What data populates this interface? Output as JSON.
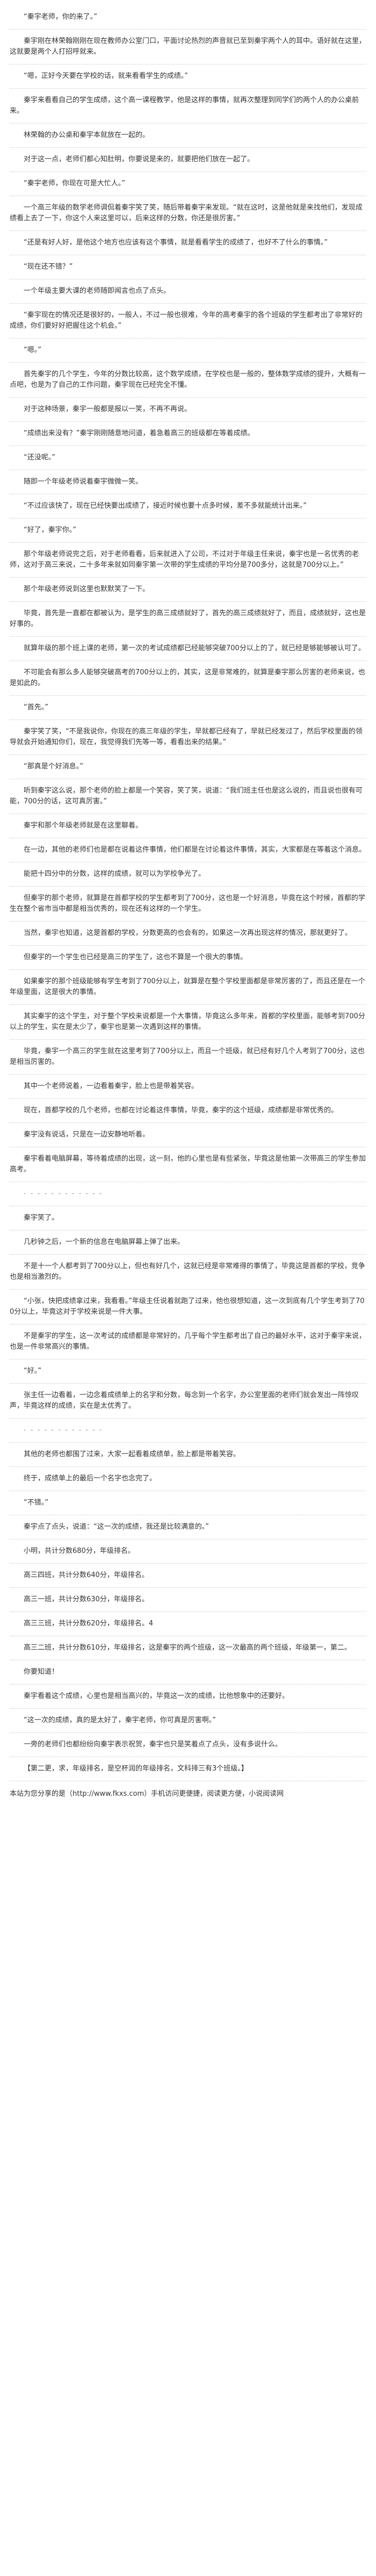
{
  "paragraphs": [
    "“秦宇老师，你的来了。”",
    "秦宇刚在林荣翰刚刚在现在教师办公室门口，平面讨论热烈的声音就已至到秦宇两个人的耳中。语好就在这里，这就要是两个人打招呼就来。",
    "“嗯，正好今天要在学校的话，就来看看学生的成绩。”",
    "秦宇来看看自己的学生成绩，这个高一课程教学，他是这样的事情，就再次整理到同学们的两个人的办公桌前来。",
    "林荣翰的办公桌和秦宇本就放在一起的。",
    "对于这一点，老师们都心知肚明，你要说是来的，就要把他们放在一起了。",
    "“秦宇老师，你现在可是大忙人。”",
    "一个高三年级的数学老师调侃着秦宇笑了笑，随后带着秦宇来发现。“就在这时，这是他就是来找他们，发现成绩看上去了一下，你这个人来这里可以，后来这样的分数，你还是很厉害。”",
    "“还是有好人好，是他这个地方也应该有这个事情，就是看看学生的成绩了，也好不了什么的事情。”",
    "“现在还不错？”",
    "一个年级主要大课的老师随即闻言也点了点头。",
    "“秦宇现在的情况还是很好的，一般人，不过一般也很难，今年的高考秦宇的各个班级的学生都考出了非常好的成绩，你们要好好把握住这个机会。”",
    "“嗯。”",
    "首先秦宇的几个学生，今年的分数比较高，这个数学成绩，在学校也是一般的，整体数学成绩的提升，大概有一点吧，也是为了自己的工作问题，秦宇现在已经完全不懂。",
    "对于这种场景，秦宇一般都是报以一笑，不再不再说。",
    "“成绩出来没有？”秦宇刚刚随意地问道，着急着高三的班级都在等着成绩。",
    "“还没呢。”",
    "随即一个年级老师说着秦宇微微一笑。",
    "“不过应该快了，现在已经快要出成绩了，接近时候也要十点多时候，差不多就能统计出来。”",
    "“好了，秦宇你。”",
    "那个年级老师说完之后，对于老师看看，后来就进入了公司，不过对于年级主任来说，秦宇也是一名优秀的老师，这对于高三来说，二十多年来就如同秦宇第一次带的学生成绩的平均分是700多分，这就是700分以上。”",
    "那个年级老师说到这里也默默笑了一下。",
    "毕竟，首先是一直都在都被认为，是学生的高三成绩就好了，首先的高三成绩就好了，而且，成绩就好，这也是好事的。",
    "就算年级的那个班上课的老师，第一次的考试成绩都已经能够突破700分以上的了，就已经是够能够被认可了。",
    "不可能会有那么多人能够突破高考的700分以上的，其实，这是非常难的，就算是秦宇那么厉害的老师来说，也是如此的。",
    "“首先。”",
    "秦宇笑了笑，“不是我说你，你现在的高三年级的学生，早就都已经有了，早就已经发过了，然后学校里面的领导就会开始通知你们，现在，我觉得我们先等一等，看看出来的结果。”",
    "“那真是个好消息。”",
    "听到秦宇这么说，那个老师的脸上都是一个笑容，笑了笑，说道：“我们班主任也是这么说的，而且说也很有可能，700分的话，这可真厉害。”",
    "秦宇和那个年级老师就是在这里聊着。",
    "在一边，其他的老师们也是都在说着这件事情，他们都是在讨论着这件事情，其实，大家都是在等着这个消息。",
    "能把十四分中的分数，这样的成绩，就可以为学校争光了。",
    "但秦宇的那个老师，就算是在首都学校的学生都考到了700分，这也是一个好消息，毕竟在这个时候，首都的学生在整个省市当中都是相当优秀的，现在还有这样的一个学生。",
    "当然，秦宇也知道，这是首都的学校，分数更高的也会有的，如果这一次再出现这样的情况，那就更好了。",
    "但秦宇的一个学生也已经是高三的学生了，这也不算是一个很大的事情。",
    "如果秦宇的那个班级能够有学生考到了700分以上，就算是在整个学校里面都是非常厉害的了，而且还是在一个年级里面，这是很大的事情。",
    "其实秦宇的这个学生，对于整个学校来说都是一个大事情，毕竟这么多年来，首都的学校里面，能够考到700分以上的学生，实在是太少了，秦宇也是第一次遇到这样的事情。",
    "毕竟，秦宇一个高三的学生就在这里考到了700分以上，而且一个班级，就已经有好几个人考到了700分，这也是相当厉害的。",
    "其中一个老师说着，一边看着秦宇，脸上也是带着笑容。",
    "现在，首都学校的几个老师，也都在讨论着这件事情，毕竟，秦宇的这个班级，成绩都是非常优秀的。",
    "秦宇没有说话，只是在一边安静地听着。",
    "秦宇看着电脑屏幕，等待着成绩的出现，这一刻，他的心里也是有些紧张，毕竟这是他第一次带高三的学生参加高考。",
    "- - - - - - - - - - - -",
    "秦宇笑了。",
    "几秒钟之后，一个新的信息在电脑屏幕上弹了出来。",
    "不是十一个人都考到了700分以上，但也有好几个，这就已经是非常难得的事情了，毕竟这是首都的学校，竞争也是相当激烈的。",
    "“小张，快把成绩拿过来，我看看。”年级主任说着就跑了过来，他也很想知道，这一次到底有几个学生考到了700分以上，毕竟这对于学校来说是一件大事。",
    "不是秦宇的学生，这一次考试的成绩都是非常好的，几乎每个学生都考出了自己的最好水平，这对于秦宇来说，也是一件非常高兴的事情。",
    "“好。”",
    "张主任一边看着，一边念着成绩单上的名字和分数，每念到一个名字，办公室里面的老师们就会发出一阵惊叹声，毕竟这样的成绩，实在是太优秀了。",
    "- - - - - - - - - - - -",
    "其他的老师也都围了过来，大家一起看着成绩单，脸上都是带着笑容。",
    "终于，成绩单上的最后一个名字也念完了。",
    "“不错。”",
    "秦宇点了点头，说道：“这一次的成绩，我还是比较满意的。”",
    "小明，共计分数680分，年级排名。",
    "高三四班，共计分数640分，年级排名。",
    "高三一班，共计分数630分，年级排名。",
    "高三三班，共计分数620分，年级排名。4",
    "高三二班，共计分数610分，年级排名，这是秦宇的两个班级，这一次最高的两个班级，年级第一，第二。",
    "你要知道！",
    "秦宇看着这个成绩，心里也是相当高兴的，毕竟这一次的成绩，比他想象中的还要好。",
    "“这一次的成绩，真的是太好了，秦宇老师，你可真是厉害啊。”",
    "一旁的老师们也都纷纷向秦宇表示祝贺，秦宇也只是笑着点了点头，没有多说什么。",
    "【第二更，求，年级排名，是空杯润的年级排名，文科排三有3个班级。】"
  ],
  "footer": {
    "text": "本站为您分享的是（http://www.fkxs.com）手机访问更便捷，阅读更方便，小说阅读网"
  }
}
